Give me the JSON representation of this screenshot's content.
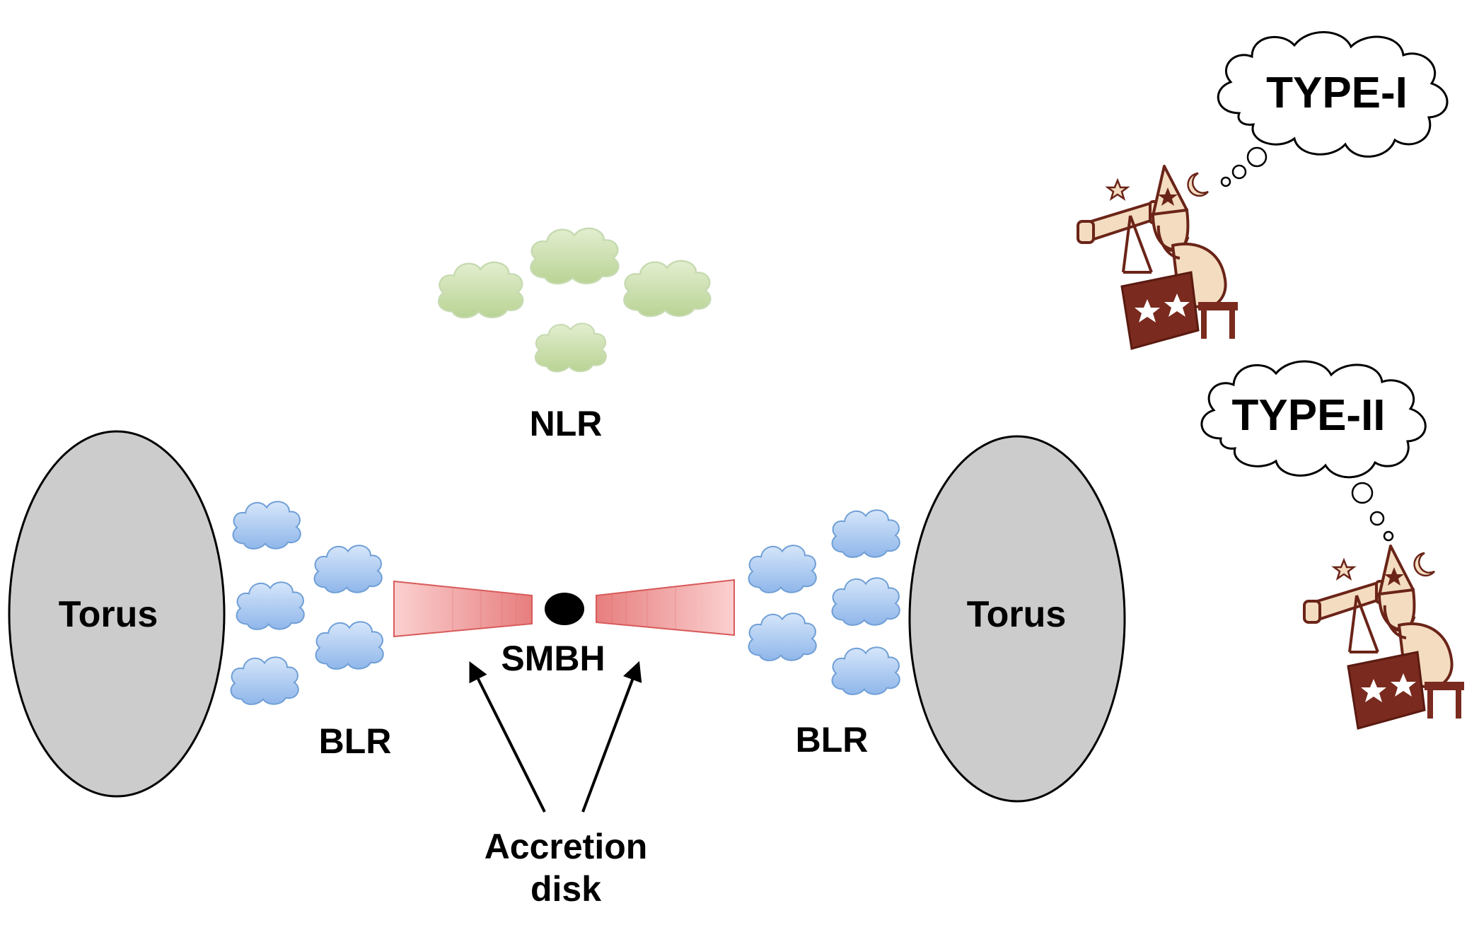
{
  "labels": {
    "torus_left": "Torus",
    "torus_right": "Torus",
    "nlr": "NLR",
    "blr_left": "BLR",
    "blr_right": "BLR",
    "smbh": "SMBH",
    "accretion_line1": "Accretion",
    "accretion_line2": "disk"
  },
  "observers": {
    "type1": "TYPE-I",
    "type2": "TYPE-II"
  },
  "colors": {
    "torus": "#cccccc",
    "blr_cloud": "#a8c8f0",
    "nlr_cloud": "#c8dda8",
    "accretion_disk": "#f4a0a0",
    "smbh": "#000000",
    "wizard": "#7a2a1e"
  }
}
